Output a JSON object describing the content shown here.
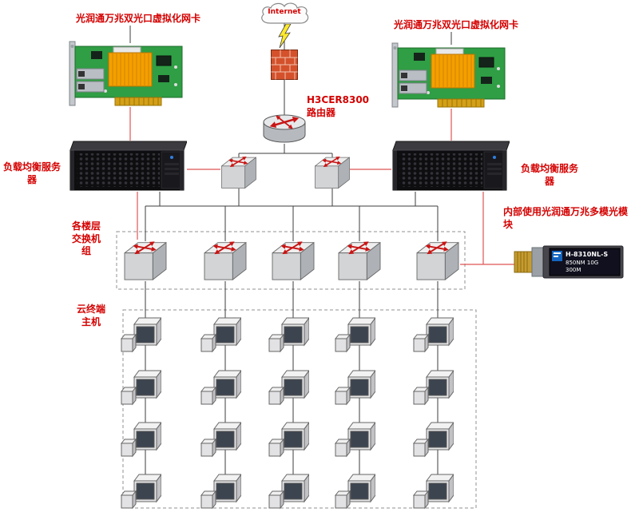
{
  "labels": {
    "internet": "Internet",
    "router": "H3CER8300路由器",
    "nic_left": "光润通万兆双光口虚拟化网卡",
    "nic_right": "光润通万兆双光口虚拟化网卡",
    "server_left": "负载均衡服务器",
    "server_right": "负载均衡服务器",
    "sfp_note": "内部使用光润通万兆多模光模块",
    "floor_switches": "各楼层交换机组",
    "terminals": "云终端主机"
  },
  "sfp_module": {
    "model": "H-8310NL-S",
    "spec": "850NM 10G",
    "distance": "300M"
  },
  "colors": {
    "label_red": "#d40000",
    "wire_red": "#e05555",
    "wire_dark": "#3d3d3d",
    "pcb_green": "#2f9e44",
    "heatsink_orange": "#f59f00",
    "firewall_orange": "#d4512c",
    "arrow_red": "#c81414"
  }
}
